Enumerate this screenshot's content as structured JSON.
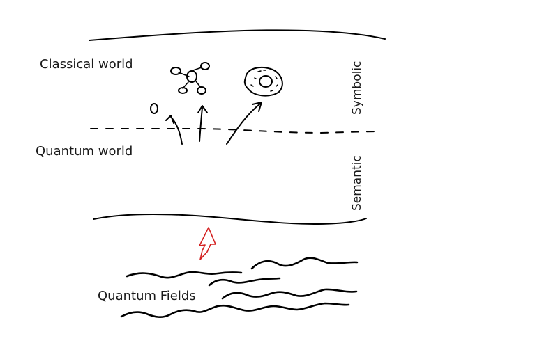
{
  "labels": {
    "classical_world": "Classical  world",
    "quantum_world": "Quantum world",
    "quantum_fields": "Quantum Fields",
    "symbolic": "Symbolic",
    "semantic": "Semantic"
  },
  "colors": {
    "ink": "#000000",
    "highlight_arrow": "#d42020",
    "background": "#ffffff"
  }
}
